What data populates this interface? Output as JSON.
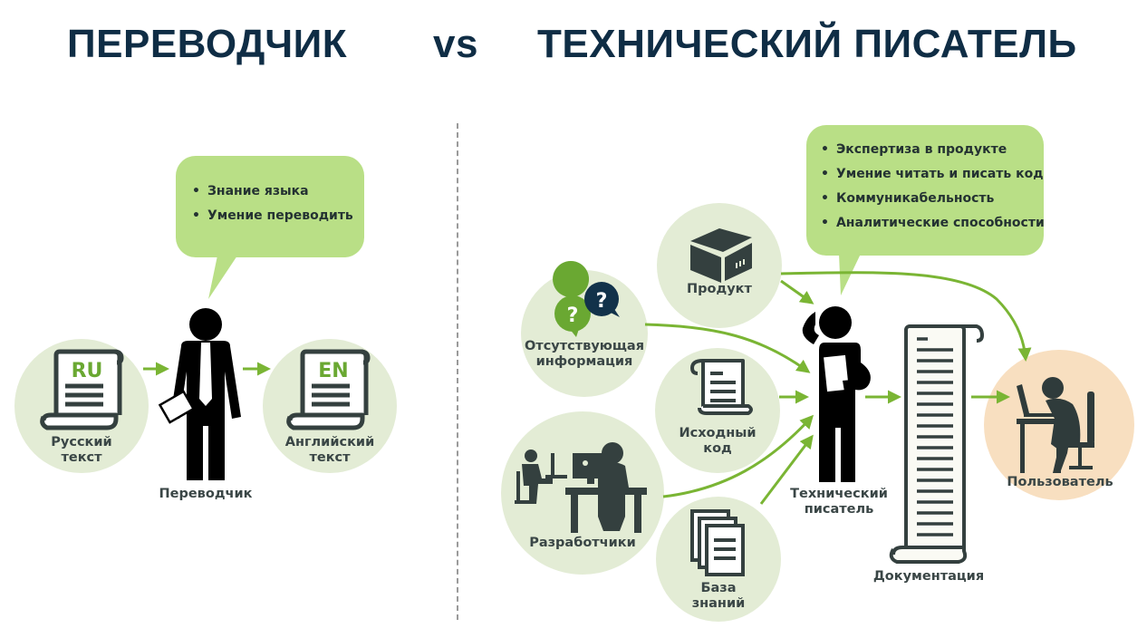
{
  "header": {
    "left_title": "ПЕРЕВОДЧИК",
    "vs": "vs",
    "right_title": "ТЕХНИЧЕСКИЙ ПИСАТЕЛЬ"
  },
  "translator_section": {
    "bubble": {
      "items": [
        "Знание языка",
        "Умение переводить"
      ]
    },
    "source": {
      "code": "RU",
      "label_line1": "Русский",
      "label_line2": "текст",
      "icon": "scroll-icon"
    },
    "person": {
      "label": "Переводчик",
      "icon": "person-with-tie-icon"
    },
    "target": {
      "code": "EN",
      "label_line1": "Английский",
      "label_line2": "текст",
      "icon": "scroll-icon"
    }
  },
  "writer_section": {
    "bubble": {
      "items": [
        "Экспертиза в продукте",
        "Умение читать и писать код",
        "Коммуникабельность",
        "Аналитические способности"
      ]
    },
    "inputs": [
      {
        "id": "product",
        "label_line1": "Продукт",
        "label_line2": "",
        "icon": "box-icon"
      },
      {
        "id": "missing-info",
        "label_line1": "Отсутствующая",
        "label_line2": "информация",
        "icon": "question-bubbles-icon"
      },
      {
        "id": "source-code",
        "label_line1": "Исходный",
        "label_line2": "код",
        "icon": "scroll-icon"
      },
      {
        "id": "developers",
        "label_line1": "Разработчики",
        "label_line2": "",
        "icon": "developers-at-desk-icon"
      },
      {
        "id": "knowledge-base",
        "label_line1": "База",
        "label_line2": "знаний",
        "icon": "documents-stack-icon"
      }
    ],
    "writer": {
      "label_line1": "Технический",
      "label_line2": "писатель",
      "icon": "thinking-person-icon"
    },
    "documentation": {
      "label": "Документация",
      "icon": "long-scroll-icon"
    },
    "user": {
      "label": "Пользователь",
      "icon": "user-at-laptop-icon"
    }
  },
  "colors": {
    "title": "#0f2d45",
    "circle_green": "#e3ecd5",
    "circle_user": "#f8dfc0",
    "bubble": "#b9df86",
    "arrow": "#7ab534",
    "icon_dark": "#2f3b3b",
    "code_green": "#6aa832"
  }
}
